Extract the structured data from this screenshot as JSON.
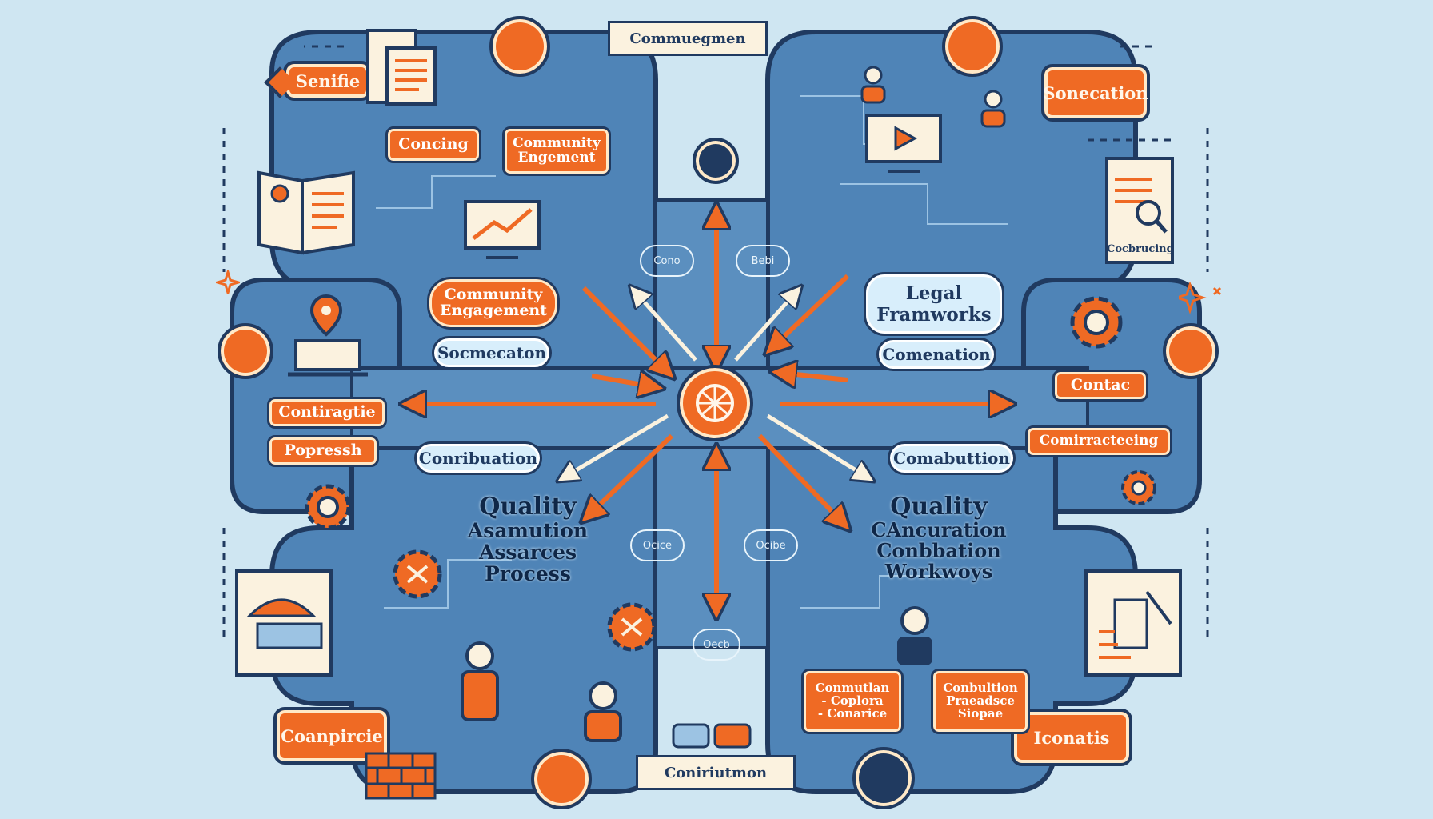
{
  "header": {
    "title": "Commuegmen"
  },
  "footer": {
    "title": "Coniriutmon"
  },
  "center": {
    "hub_icon": "globe-network-icon"
  },
  "corner_banners": {
    "top_left": "Senifie",
    "top_right": "Sonecation",
    "bottom_left": "Coanpircie",
    "bottom_right": "Iconatis"
  },
  "top_left_panel": {
    "tag_1": "Concing",
    "tag_2_line1": "Community",
    "tag_2_line2": "Engement",
    "tag_3_line1": "Community",
    "tag_3_line2": "Engagement",
    "pill": "Socmecaton"
  },
  "top_right_panel": {
    "heading_line1": "Legal",
    "heading_line2": "Framworks",
    "pill": "Comenation"
  },
  "left_panel": {
    "tag_1": "Contiragtie",
    "tag_2": "Popressh"
  },
  "right_panel": {
    "tag_1": "Contac",
    "tag_2": "Comirracteeing",
    "doc_label": "Cocbrucing"
  },
  "middle_pills": {
    "left": "Conribuation",
    "right": "Comabuttion"
  },
  "bottom_left_panel": {
    "line1": "Quality",
    "line2": "Asamution",
    "line3": "Assarces",
    "line4": "Process"
  },
  "bottom_right_panel": {
    "line1": "Quality",
    "line2": "CAncuration",
    "line3": "Conbbation",
    "line4": "Workwoys",
    "box_left": [
      "Conmutlan",
      "- Coplora",
      "- Conarice"
    ],
    "box_right": [
      "Conbultion",
      "Praeadsce",
      "Siopae"
    ]
  },
  "cloud_bubbles": {
    "top_left": "Cono",
    "top_right": "Bebi",
    "bottom_left": "Ocice",
    "bottom_right": "Ocibe",
    "bottom_center": "Oecb"
  },
  "colors": {
    "background": "#cfe6f2",
    "panel": "#4f84b7",
    "accent": "#ef6a24",
    "outline": "#203a60",
    "cream": "#fbf2df"
  }
}
